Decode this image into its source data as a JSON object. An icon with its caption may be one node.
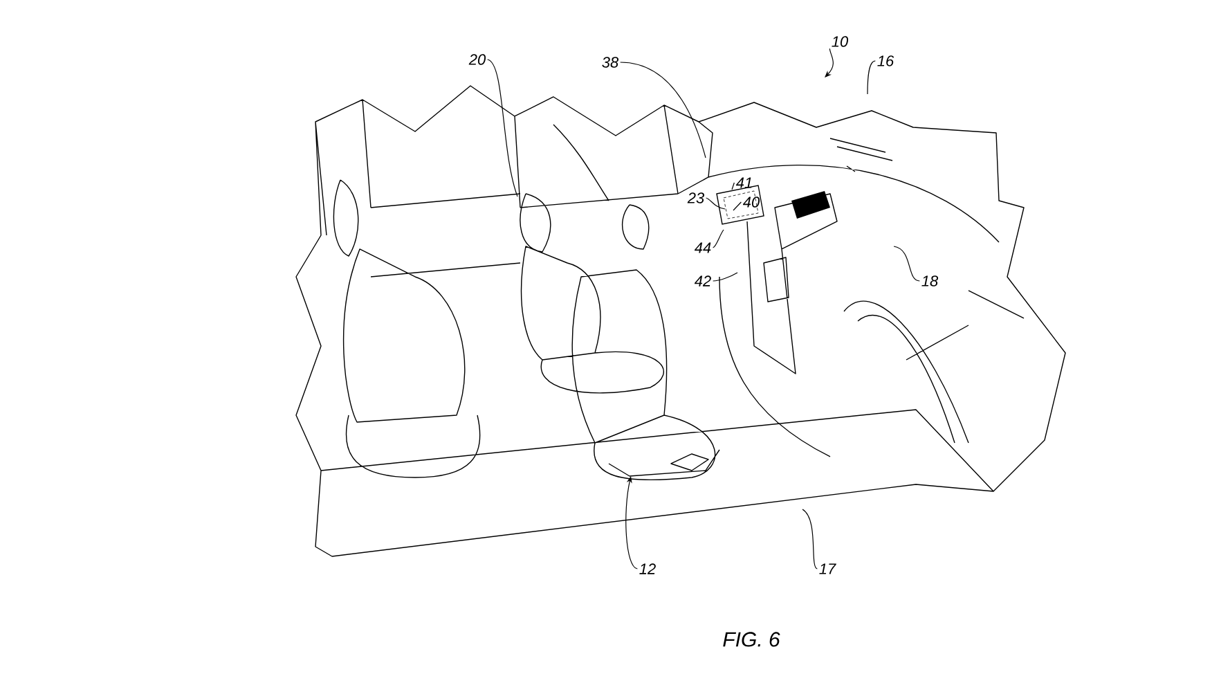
{
  "diagram": {
    "caption": "FIG. 6",
    "nodes": [
      {
        "text": [
          "10"
        ]
      },
      {
        "text": [
          "16"
        ]
      },
      {
        "text": [
          "20"
        ]
      },
      {
        "text": [
          "38"
        ]
      },
      {
        "text": [
          "41"
        ]
      },
      {
        "text": [
          "23"
        ]
      },
      {
        "text": [
          "40"
        ]
      },
      {
        "text": [
          "44"
        ]
      },
      {
        "text": [
          "42"
        ]
      },
      {
        "text": [
          "18"
        ]
      },
      {
        "text": [
          "12"
        ]
      },
      {
        "text": [
          "17"
        ]
      }
    ],
    "edges": [
      {
        "from": 0,
        "to": null,
        "arrow": "to"
      },
      {
        "from": 1,
        "to": null,
        "arrow": "none"
      },
      {
        "from": 2,
        "to": null,
        "arrow": "none"
      },
      {
        "from": 3,
        "to": null,
        "arrow": "none"
      },
      {
        "from": 4,
        "to": null,
        "arrow": "none"
      },
      {
        "from": 5,
        "to": null,
        "arrow": "none"
      },
      {
        "from": 6,
        "to": null,
        "arrow": "none"
      },
      {
        "from": 7,
        "to": null,
        "arrow": "none"
      },
      {
        "from": 8,
        "to": null,
        "arrow": "none"
      },
      {
        "from": 9,
        "to": null,
        "arrow": "none"
      },
      {
        "from": 10,
        "to": null,
        "arrow": "to"
      },
      {
        "from": 11,
        "to": null,
        "arrow": "none"
      }
    ]
  }
}
